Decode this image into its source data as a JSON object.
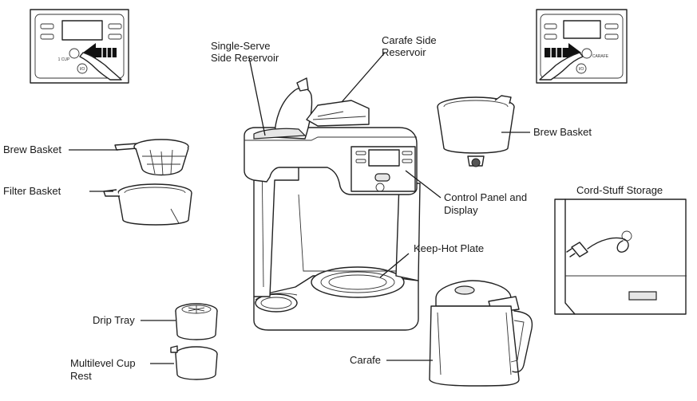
{
  "labels": {
    "single_serve_line1": "Single-Serve",
    "single_serve_line2": "Side Reservoir",
    "carafe_side_line1": "Carafe Side",
    "carafe_side_line2": "Reservoir",
    "brew_basket_left": "Brew Basket",
    "filter_basket": "Filter Basket",
    "brew_basket_right": "Brew Basket",
    "control_panel_line1": "Control Panel and",
    "control_panel_line2": "Display",
    "cord_storage": "Cord-Stuff Storage",
    "keep_hot_plate": "Keep-Hot Plate",
    "drip_tray": "Drip Tray",
    "cup_rest_line1": "Multilevel Cup",
    "cup_rest_line2": "Rest",
    "carafe": "Carafe"
  },
  "panel_buttons": {
    "power": "I/O",
    "left_pointer_button": "1 CUP",
    "right_pointer_button": "CARAFE"
  }
}
